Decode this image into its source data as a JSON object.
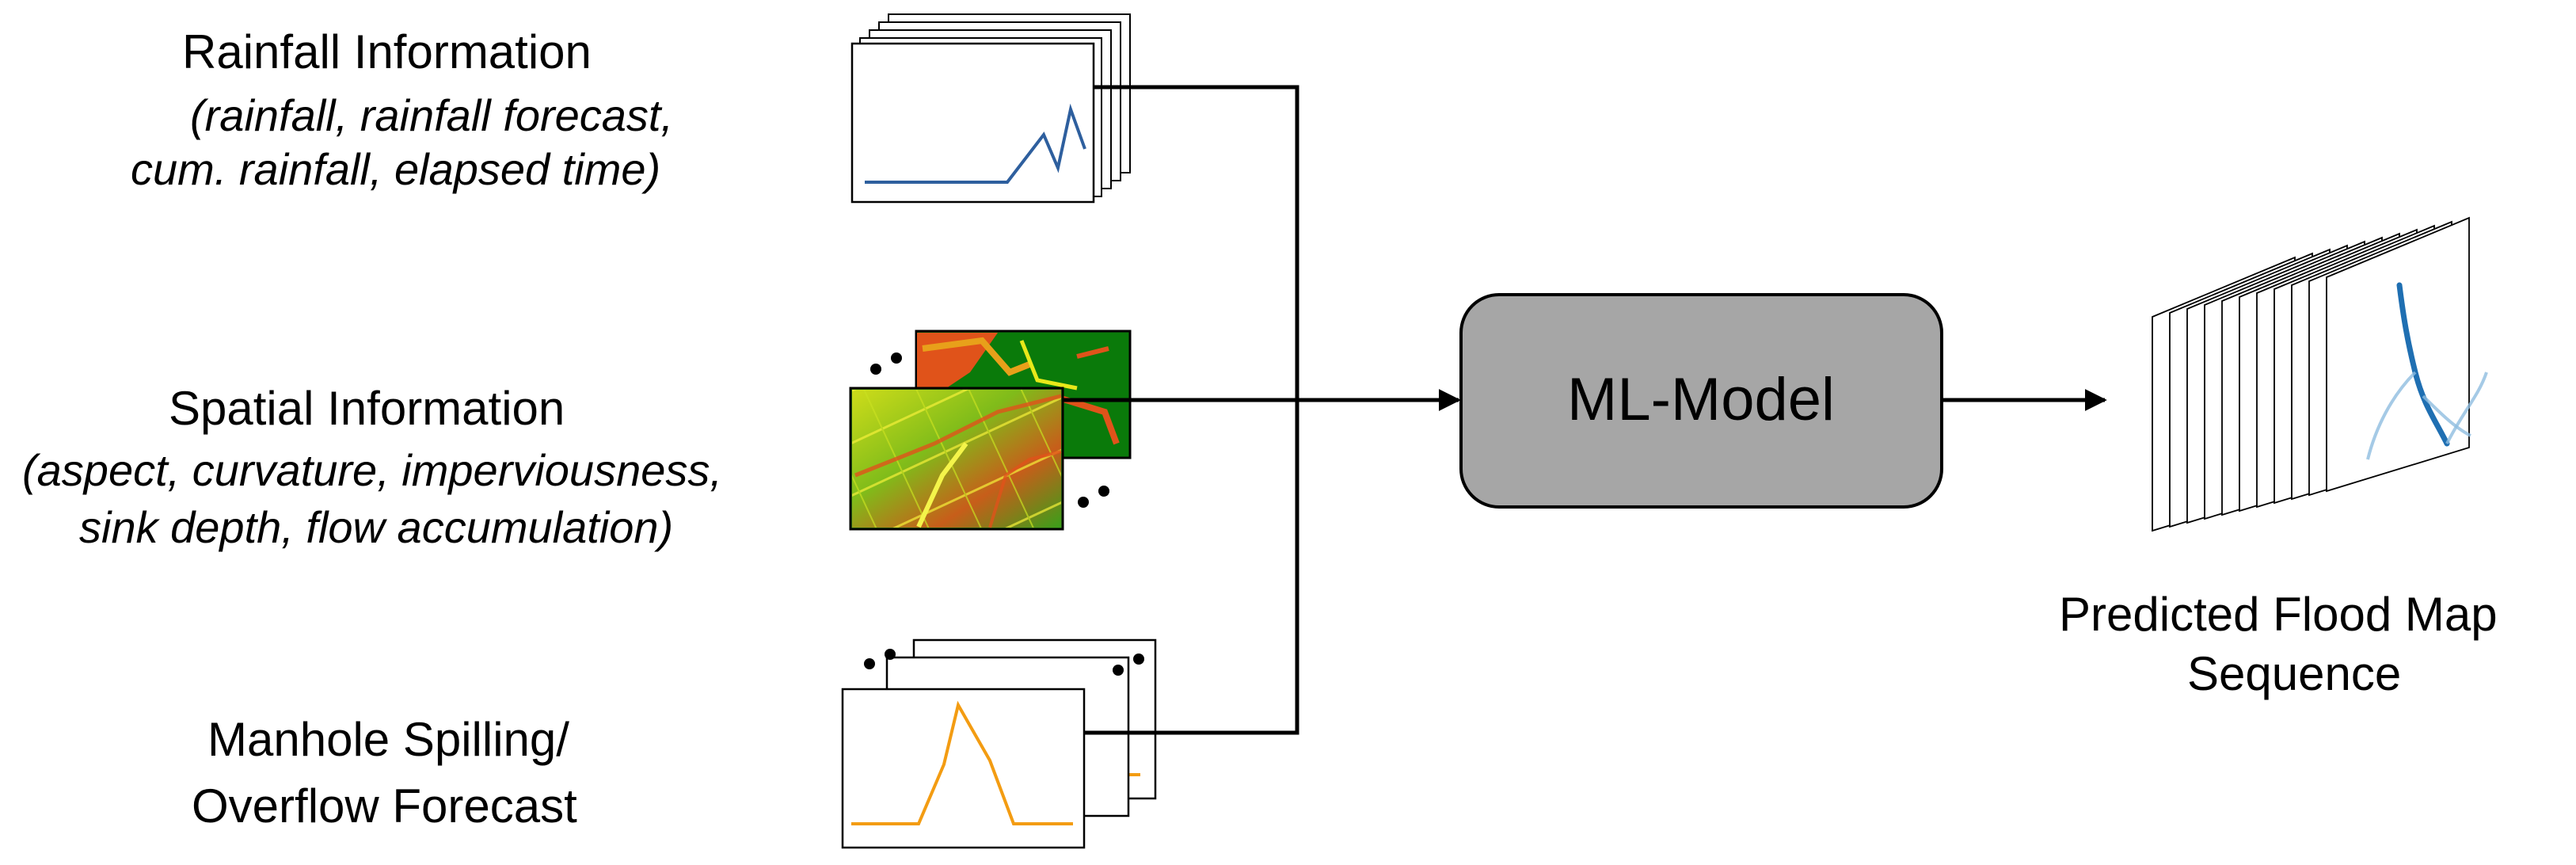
{
  "inputs": {
    "rainfall": {
      "title": "Rainfall Information",
      "line1": "(rainfall, rainfall forecast,",
      "line2": "cum. rainfall, elapsed time)"
    },
    "spatial": {
      "title": "Spatial Information",
      "line1": "(aspect, curvature, imperviousness,",
      "line2": "sink depth, flow accumulation)"
    },
    "manhole": {
      "line1": "Manhole Spilling/",
      "line2": "Overflow Forecast"
    }
  },
  "model": {
    "label": "ML-Model"
  },
  "output": {
    "line1": "Predicted Flood Map",
    "line2": "Sequence"
  },
  "colors": {
    "rainfall_line": "#2e5f9e",
    "manhole_line": "#f39c12",
    "model_fill": "#a6a6a6",
    "flood_blue": "#1f6fb2",
    "map_green": "#0a7a0a",
    "map_orange": "#e0531a",
    "map_yellow": "#e8e81a"
  }
}
